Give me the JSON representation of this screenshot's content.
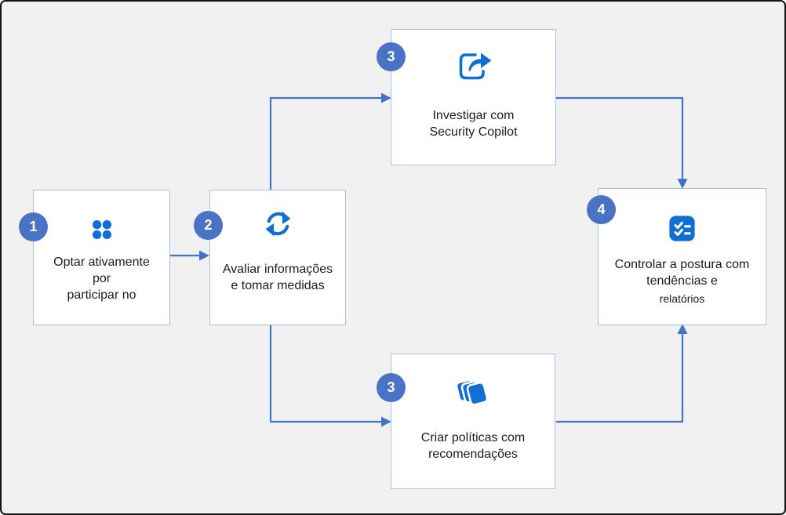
{
  "boxes": [
    {
      "badge": "1",
      "icon": "dots-grid",
      "lines": [
        "Optar ativamente",
        "por",
        "participar no"
      ]
    },
    {
      "badge": "2",
      "icon": "sync-arrows",
      "lines": [
        "Avaliar informações",
        "e tomar medidas"
      ]
    },
    {
      "badge": "3",
      "icon": "share-investigate",
      "lines": [
        "Investigar com",
        "Security Copilot"
      ]
    },
    {
      "badge": "3",
      "icon": "policy-collection",
      "lines": [
        "Criar políticas com",
        "recomendações"
      ]
    },
    {
      "badge": "4",
      "icon": "checklist",
      "lines": [
        "Controlar a postura com",
        "tendências e",
        "relatórios"
      ]
    }
  ],
  "colors": {
    "background": "#f1f1f2",
    "frame-border": "#141414",
    "box-border": "#a9c0e6",
    "box-fill": "#ffffff",
    "badge-fill": "#4a73c6",
    "badge-text": "#ffffff",
    "connector": "#4472c4",
    "icon-blue": "#0f6fd4",
    "text": "#1c1c1c"
  }
}
